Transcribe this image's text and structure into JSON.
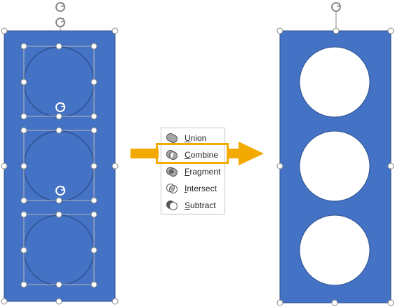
{
  "menu": {
    "items": [
      {
        "key": "union",
        "label": "Union",
        "icon": "union-icon"
      },
      {
        "key": "combine",
        "label": "Combine",
        "icon": "combine-icon"
      },
      {
        "key": "fragment",
        "label": "Fragment",
        "icon": "fragment-icon"
      },
      {
        "key": "intersect",
        "label": "Intersect",
        "icon": "intersect-icon"
      },
      {
        "key": "subtract",
        "label": "Subtract",
        "icon": "subtract-icon"
      }
    ],
    "highlighted": "combine"
  },
  "colors": {
    "shape_fill": "#4472c4",
    "shape_stroke": "#2f528f",
    "highlight": "#f2a900",
    "handle_stroke": "#8a8a8a"
  }
}
